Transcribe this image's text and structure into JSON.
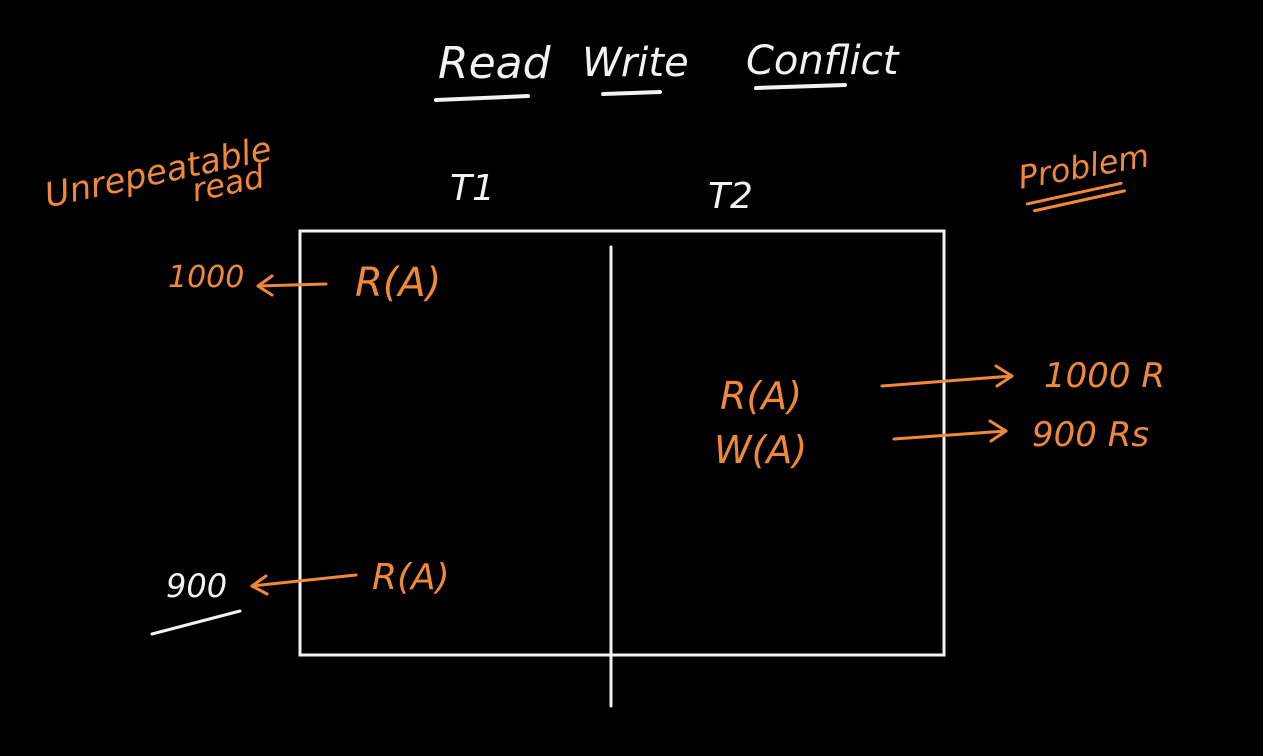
{
  "title": {
    "words": [
      "Read",
      "Write",
      "Conflict"
    ]
  },
  "columns": {
    "t1": "T1",
    "t2": "T2"
  },
  "left_note": {
    "line1": "Unrepeatable",
    "line2": "read"
  },
  "right_note": "Problem",
  "t1_ops": {
    "first": "R(A)",
    "second": "R(A)"
  },
  "t1_values": {
    "first": "1000",
    "second": "900"
  },
  "t2_ops": {
    "read": "R(A)",
    "write": "W(A)"
  },
  "t2_values": {
    "read": "1000 R",
    "write": "900 Rs"
  },
  "colors": {
    "background": "#000000",
    "chalk_white": "#f2f2f2",
    "chalk_orange": "#f0883a"
  }
}
